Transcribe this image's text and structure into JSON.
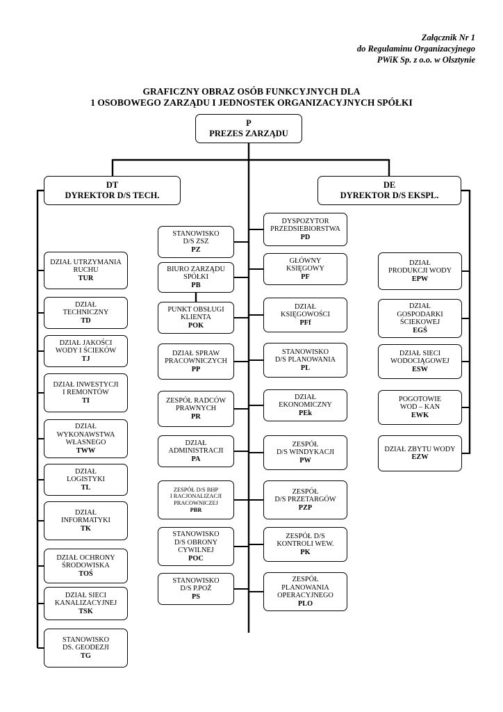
{
  "header": {
    "lines": [
      "Załącznik Nr 1",
      "do Regulaminu Organizacyjnego",
      "PWiK Sp. z o.o. w Olsztynie"
    ]
  },
  "title": {
    "line1": "GRAFICZNY OBRAZ OSÓB FUNKCYJNYCH DLA",
    "line2": "1 OSOBOWEGO ZARZĄDU I JEDNOSTEK ORGANIZACYJNYCH SPÓŁKI"
  },
  "president": {
    "code": "P",
    "name": "PREZES ZARZĄDU"
  },
  "directors": {
    "tech": {
      "code": "DT",
      "name": "DYREKTOR D/S TECH."
    },
    "expl": {
      "code": "DE",
      "name": "DYREKTOR D/S EKSPL."
    }
  },
  "tech_units": [
    {
      "lines": [
        "DZIAŁ UTRZYMANIA",
        "RUCHU"
      ],
      "code": "TUR"
    },
    {
      "lines": [
        "DZIAŁ",
        "TECHNICZNY"
      ],
      "code": "TD"
    },
    {
      "lines": [
        "DZIAŁ JAKOŚCI",
        "WODY I ŚCIEKÓW"
      ],
      "code": "TJ"
    },
    {
      "lines": [
        "DZIAŁ INWESTYCJI",
        "I REMONTÓW"
      ],
      "code": "TI"
    },
    {
      "lines": [
        "DZIAŁ",
        "WYKONAWSTWA",
        "WŁASNEGO"
      ],
      "code": "TWW"
    },
    {
      "lines": [
        "DZIAŁ",
        "LOGISTYKI"
      ],
      "code": "TL"
    },
    {
      "lines": [
        "DZIAŁ",
        "INFORMATYKI"
      ],
      "code": "TK"
    },
    {
      "lines": [
        "DZIAŁ OCHRONY",
        "ŚRODOWISKA"
      ],
      "code": "TOŚ"
    },
    {
      "lines": [
        "DZIAŁ SIECI",
        "KANALIZACYJNEJ"
      ],
      "code": "TSK"
    },
    {
      "lines": [
        "STANOWISKO",
        "DS. GEODEZJI"
      ],
      "code": "TG"
    }
  ],
  "center_left_units": [
    {
      "lines": [
        "STANOWISKO",
        "D/S ZSZ"
      ],
      "code": "PZ"
    },
    {
      "lines": [
        "BIURO ZARZĄDU",
        "SPÓŁKI"
      ],
      "code": "PB"
    },
    {
      "lines": [
        "PUNKT OBSŁUGI",
        "KLIENTA"
      ],
      "code": "POK"
    },
    {
      "lines": [
        "DZIAŁ SPRAW",
        "PRACOWNICZYCH"
      ],
      "code": "PP"
    },
    {
      "lines": [
        "ZESPÓŁ RADCÓW",
        "PRAWNYCH"
      ],
      "code": "PR"
    },
    {
      "lines": [
        "DZIAŁ",
        "ADMINISTRACJI"
      ],
      "code": "PA"
    },
    {
      "lines": [
        "ZESPÓŁ D/S BHP",
        "I RACJONALIZACJI",
        "PRACOWNICZEJ"
      ],
      "code": "PBR",
      "small": true
    },
    {
      "lines": [
        "STANOWISKO",
        "D/S OBRONY",
        "CYWILNEJ"
      ],
      "code": "POC"
    },
    {
      "lines": [
        "STANOWISKO",
        "D/S P.POŻ"
      ],
      "code": "PS"
    }
  ],
  "center_right_units": [
    {
      "lines": [
        "DYSPOZYTOR",
        "PRZEDSIEBIORSTWA"
      ],
      "code": "PD"
    },
    {
      "lines": [
        "GŁÓWNY",
        "KSIĘGOWY"
      ],
      "code": "PF"
    },
    {
      "lines": [
        "DZIAŁ",
        "KSIĘGOWOŚCI"
      ],
      "code": "PFf"
    },
    {
      "lines": [
        "STANOWISKO",
        "D/S PLANOWANIA"
      ],
      "code": "PL"
    },
    {
      "lines": [
        "DZIAŁ",
        "EKONOMICZNY"
      ],
      "code": "PEk"
    },
    {
      "lines": [
        "ZESPÓŁ",
        "D/S WINDYKACJI"
      ],
      "code": "PW"
    },
    {
      "lines": [
        "ZESPÓŁ",
        "D/S PRZETARGÓW"
      ],
      "code": "PZP"
    },
    {
      "lines": [
        "ZESPÓŁ D/S",
        "KONTROLI WEW."
      ],
      "code": "PK"
    },
    {
      "lines": [
        "ZESPÓŁ",
        "PLANOWANIA",
        "OPERACYJNEGO"
      ],
      "code": "PLO"
    }
  ],
  "expl_units": [
    {
      "lines": [
        "DZIAŁ",
        "PRODUKCJI WODY"
      ],
      "code": "EPW"
    },
    {
      "lines": [
        "DZIAŁ",
        "GOSPODARKI",
        "ŚCIEKOWEJ"
      ],
      "code": "EGŚ"
    },
    {
      "lines": [
        "DZIAŁ SIECI",
        "WODOCIĄGOWEJ"
      ],
      "code": "ESW"
    },
    {
      "lines": [
        "POGOTOWIE",
        "WOD – KAN"
      ],
      "code": "EWK"
    },
    {
      "lines": [
        "DZIAŁ ZBYTU WODY"
      ],
      "code": "EZW"
    }
  ]
}
